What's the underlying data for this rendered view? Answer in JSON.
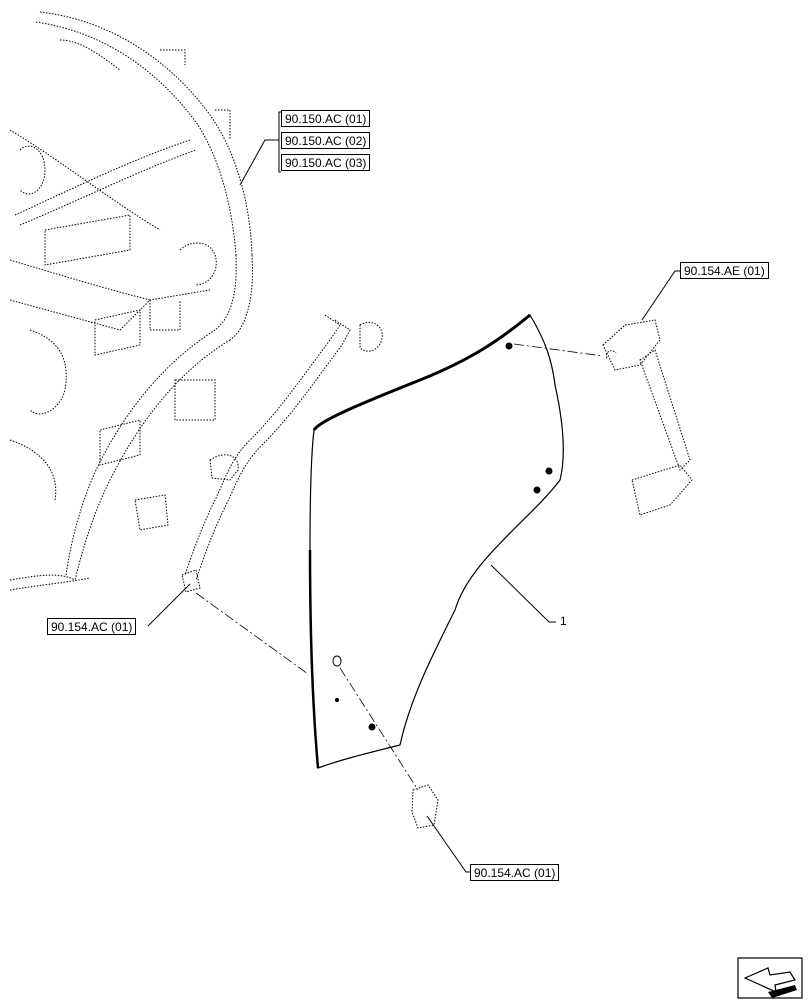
{
  "refs": {
    "cab_frame": [
      "90.150.AC (01)",
      "90.150.AC (02)",
      "90.150.AC (03)"
    ],
    "hinge_ae": "90.154.AE (01)",
    "rod_left": "90.154.AC (01)",
    "latch_bottom": "90.154.AC (01)"
  },
  "callouts": {
    "glass_panel": "1"
  },
  "icons": {
    "navigation": "next-page-arrow-icon"
  }
}
